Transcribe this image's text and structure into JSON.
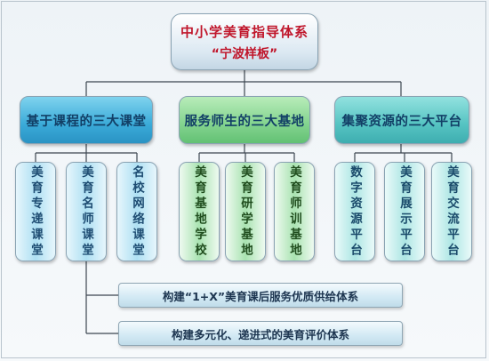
{
  "title": {
    "line1": "中小学美育指导体系",
    "line2": "“宁波样板”"
  },
  "categories": [
    {
      "label": "基于课程的三大课堂",
      "children": [
        "美育专递课堂",
        "美育名师课堂",
        "名校网络课堂"
      ]
    },
    {
      "label": "服务师生的三大基地",
      "children": [
        "美育基地学校",
        "美育研学基地",
        "美育师训基地"
      ]
    },
    {
      "label": "集聚资源的三大平台",
      "children": [
        "数字资源平台",
        "美育展示平台",
        "美育交流平台"
      ]
    }
  ],
  "bottom_bars": [
    "构建“1+X”美育课后服务优质供给体系",
    "构建多元化、递进式的美育评价体系"
  ],
  "colors": {
    "blue": "#3aaad8",
    "green": "#82d38e",
    "teal": "#55c3c2",
    "title_text": "#c0162b",
    "connector": "#3c4650"
  }
}
